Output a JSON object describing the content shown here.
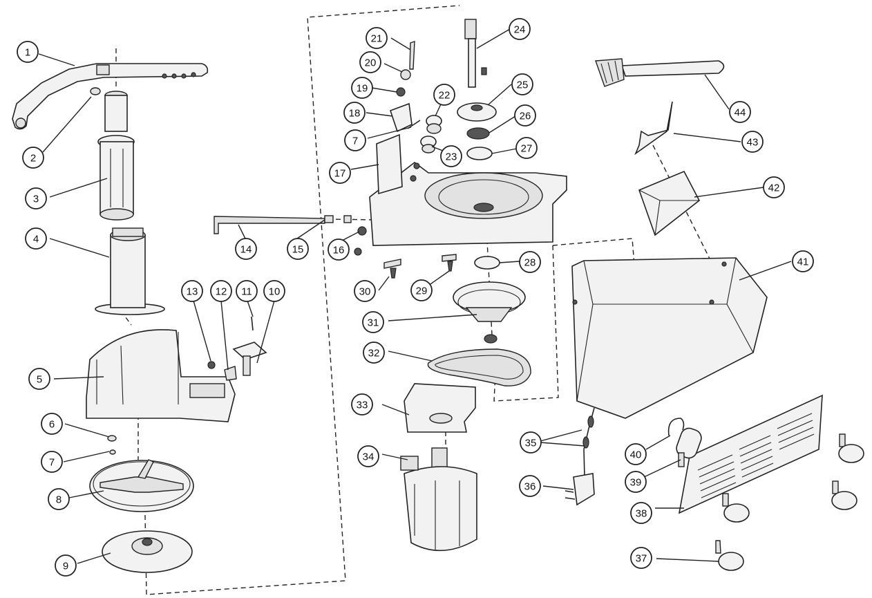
{
  "callouts": [
    {
      "label": "1"
    },
    {
      "label": "2"
    },
    {
      "label": "3"
    },
    {
      "label": "4"
    },
    {
      "label": "5"
    },
    {
      "label": "6"
    },
    {
      "label": "7"
    },
    {
      "label": "8"
    },
    {
      "label": "9"
    },
    {
      "label": "10"
    },
    {
      "label": "11"
    },
    {
      "label": "12"
    },
    {
      "label": "13"
    },
    {
      "label": "14"
    },
    {
      "label": "15"
    },
    {
      "label": "16"
    },
    {
      "label": "17"
    },
    {
      "label": "18"
    },
    {
      "label": "7"
    },
    {
      "label": "19"
    },
    {
      "label": "20"
    },
    {
      "label": "21"
    },
    {
      "label": "22"
    },
    {
      "label": "23"
    },
    {
      "label": "24"
    },
    {
      "label": "25"
    },
    {
      "label": "26"
    },
    {
      "label": "27"
    },
    {
      "label": "28"
    },
    {
      "label": "29"
    },
    {
      "label": "30"
    },
    {
      "label": "31"
    },
    {
      "label": "32"
    },
    {
      "label": "33"
    },
    {
      "label": "34"
    },
    {
      "label": "35"
    },
    {
      "label": "36"
    },
    {
      "label": "37"
    },
    {
      "label": "38"
    },
    {
      "label": "39"
    },
    {
      "label": "40"
    },
    {
      "label": "41"
    },
    {
      "label": "42"
    },
    {
      "label": "43"
    },
    {
      "label": "44"
    }
  ]
}
